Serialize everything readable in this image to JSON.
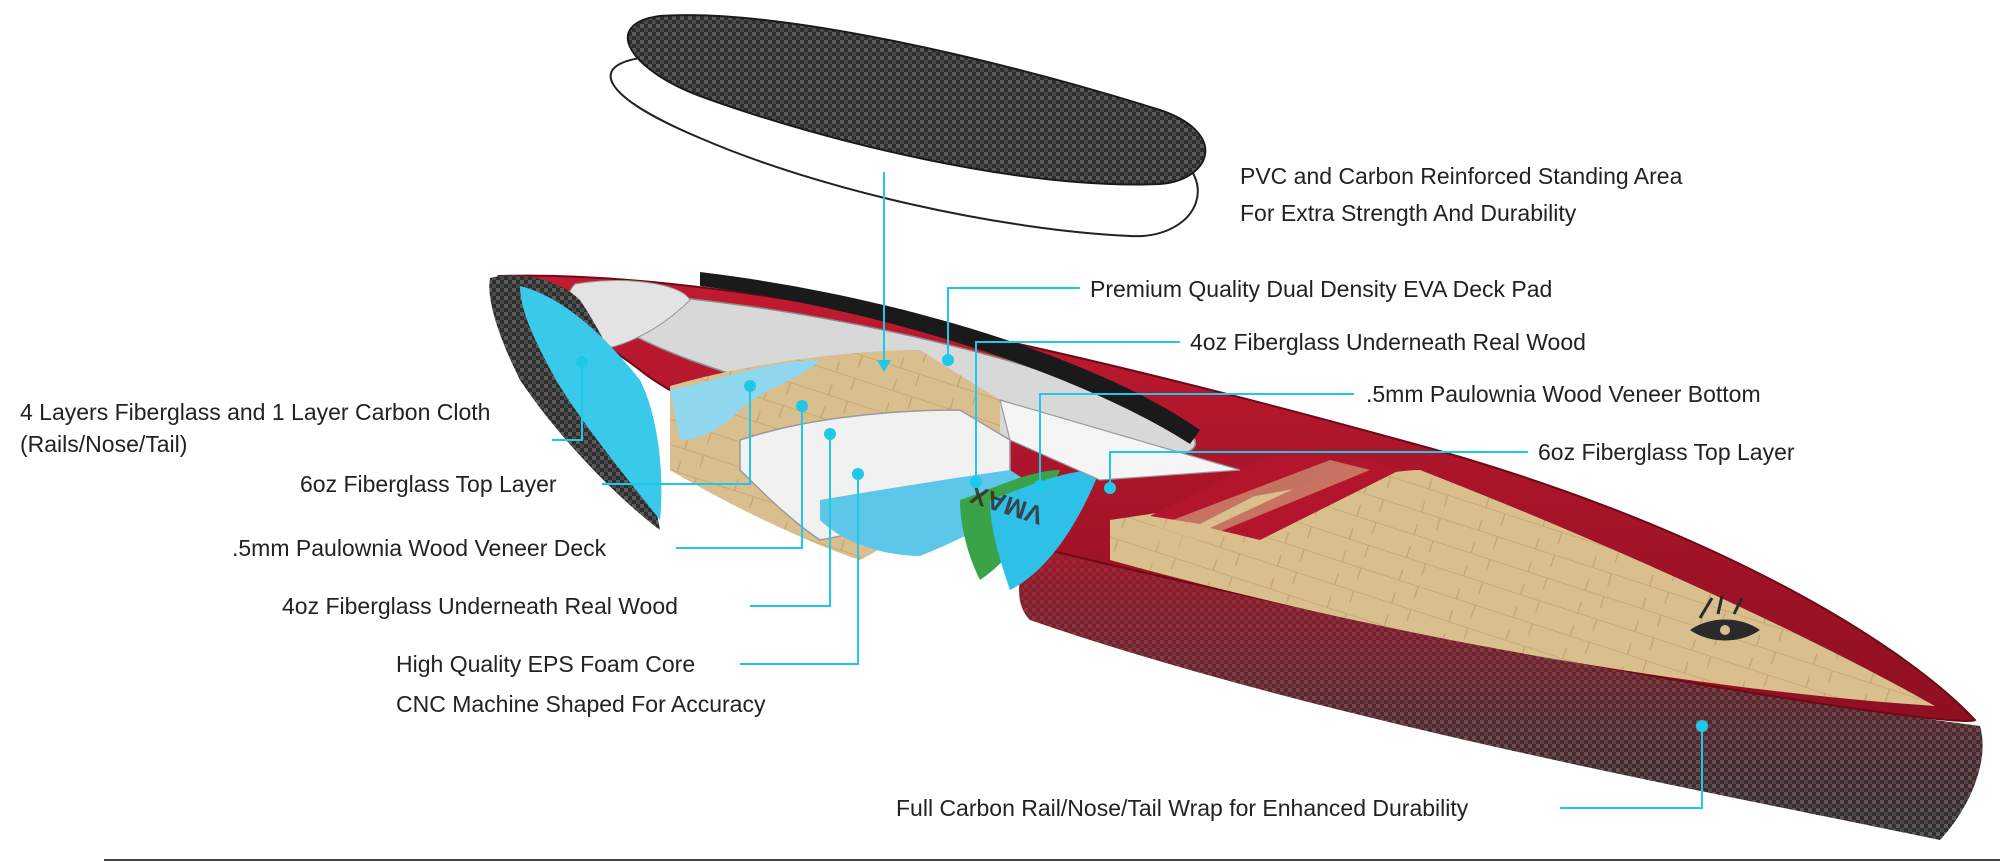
{
  "labels": {
    "standing_area_line1": "PVC and Carbon Reinforced Standing Area",
    "standing_area_line2": "For Extra Strength And Durability",
    "deck_pad": "Premium Quality Dual Density EVA Deck Pad",
    "fiberglass_under_wood_right": "4oz Fiberglass Underneath Real Wood",
    "veneer_bottom": ".5mm Paulownia Wood Veneer Bottom",
    "top_layer_right": "6oz Fiberglass Top Layer",
    "layers_line1": "4 Layers Fiberglass and 1 Layer Carbon Cloth",
    "layers_line2": "(Rails/Nose/Tail)",
    "top_layer_left": "6oz Fiberglass Top Layer",
    "veneer_deck": ".5mm Paulownia Wood Veneer Deck",
    "fiberglass_under_wood_left": "4oz Fiberglass Underneath Real Wood",
    "foam_core_line1": "High Quality EPS Foam Core",
    "foam_core_line2": "CNC Machine Shaped For Accuracy",
    "carbon_wrap": "Full Carbon Rail/Nose/Tail Wrap for Enhanced Durability"
  },
  "board_logo_text": "VMAX",
  "colors": {
    "leader_line": "#1ec8e6",
    "board_red": "#b3162c",
    "wood": "#d7bc8a",
    "foam": "#f2f2f2",
    "fiberglass_blue": "#5cc7e8",
    "carbon": "#2b2b2b",
    "green_layer": "#3aa34a"
  }
}
